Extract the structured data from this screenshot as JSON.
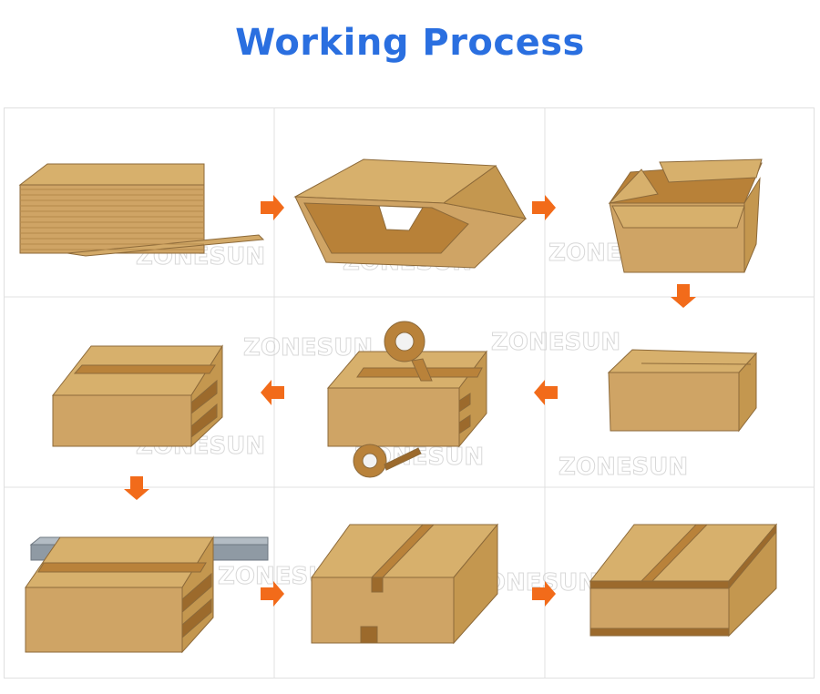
{
  "page": {
    "title": "Working Process",
    "title_color": "#2a6fe0"
  },
  "watermark": {
    "text": "ZONESUN",
    "color": "#cfcfcf"
  },
  "colors": {
    "box_top": "#d7b06c",
    "box_front": "#cfa465",
    "box_side": "#c4974f",
    "box_inside": "#b88138",
    "edge": "#8d6a3a",
    "tape": "#b9823a",
    "tape_dark": "#9c6a2c",
    "arrow": "#f26b1a",
    "grid_line": "#e0e0e0",
    "rail": "#8f9aa4"
  },
  "steps": [
    {
      "id": 1,
      "icon": "flat-cardboard-stack"
    },
    {
      "id": 2,
      "icon": "box-forming"
    },
    {
      "id": 3,
      "icon": "open-box"
    },
    {
      "id": 4,
      "icon": "closed-flaps-box"
    },
    {
      "id": 5,
      "icon": "tape-sealing"
    },
    {
      "id": 6,
      "icon": "sealed-box"
    },
    {
      "id": 7,
      "icon": "box-on-rail"
    },
    {
      "id": 8,
      "icon": "top-taped-box"
    },
    {
      "id": 9,
      "icon": "fully-taped-box"
    }
  ]
}
